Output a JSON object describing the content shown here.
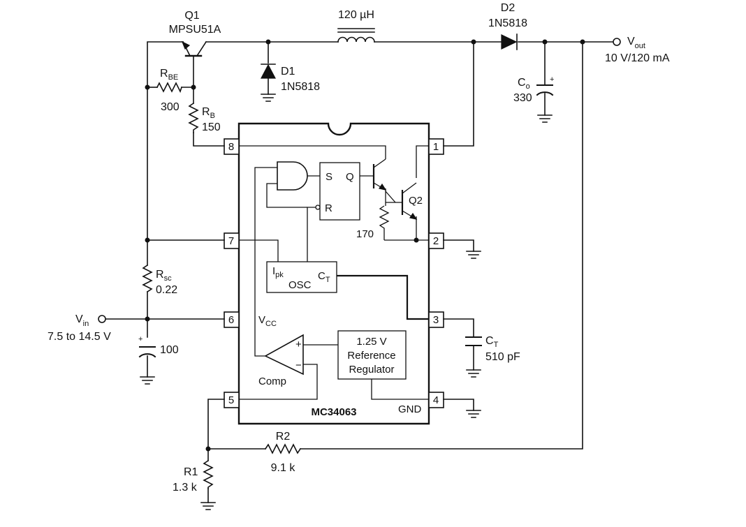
{
  "ic": {
    "part": "MC34063"
  },
  "pins": {
    "p1": "1",
    "p2": "2",
    "p3": "3",
    "p4": "4",
    "p5": "5",
    "p6": "6",
    "p7": "7",
    "p8": "8"
  },
  "q1": {
    "ref": "Q1",
    "part": "MPSU51A"
  },
  "inductor": {
    "value": "120 µH"
  },
  "d1": {
    "ref": "D1",
    "part": "1N5818"
  },
  "d2": {
    "ref": "D2",
    "part": "1N5818"
  },
  "vout": {
    "label": "V",
    "sub": "out",
    "spec": "10 V/120 mA"
  },
  "co": {
    "label": "C",
    "sub": "o",
    "value": "330",
    "polarity": "+"
  },
  "rbe": {
    "label": "R",
    "sub": "BE",
    "value": "300"
  },
  "rb": {
    "label": "R",
    "sub": "B",
    "value": "150"
  },
  "rsc": {
    "label": "R",
    "sub": "sc",
    "value": "0.22"
  },
  "vin": {
    "label": "V",
    "sub": "in",
    "spec": "7.5 to 14.5 V"
  },
  "cin": {
    "value": "100",
    "polarity": "+"
  },
  "ct": {
    "label": "C",
    "sub": "T",
    "value": "510 pF"
  },
  "r1": {
    "ref": "R1",
    "value": "1.3 k"
  },
  "r2": {
    "ref": "R2",
    "value": "9.1 k"
  },
  "internal": {
    "s": "S",
    "q": "Q",
    "r": "R",
    "ipk_label": "I",
    "ipk_sub": "pk",
    "osc": "OSC",
    "ct_label": "C",
    "ct_sub": "T",
    "vcc_label": "V",
    "vcc_sub": "CC",
    "comp": "Comp",
    "ref_line1": "1.25 V",
    "ref_line2": "Reference",
    "ref_line3": "Regulator",
    "gnd": "GND",
    "q2": "Q2",
    "r170": "170",
    "plus": "+",
    "minus": "−"
  }
}
